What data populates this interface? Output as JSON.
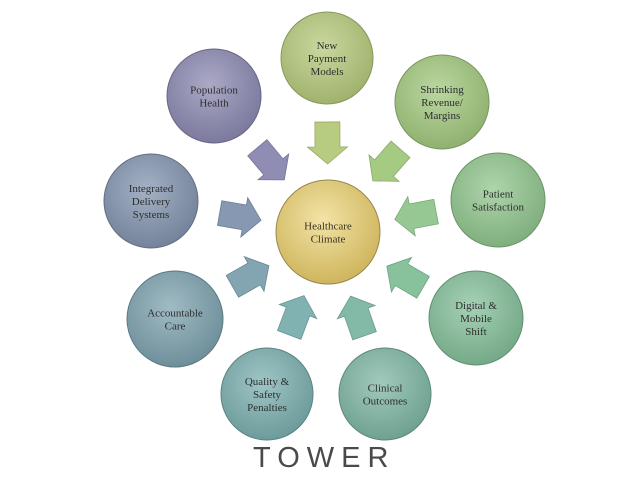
{
  "center": {
    "lines": [
      "Healthcare",
      "Climate"
    ],
    "color": "#d8c270"
  },
  "nodes": [
    {
      "id": "new-payment-models",
      "lines": [
        "New",
        "Payment",
        "Models"
      ],
      "color": "#b4c97a"
    },
    {
      "id": "shrinking-revenue-margins",
      "lines": [
        "Shrinking",
        "Revenue/",
        "Margins"
      ],
      "color": "#a0c87c"
    },
    {
      "id": "patient-satisfaction",
      "lines": [
        "Patient",
        "Satisfaction"
      ],
      "color": "#8fc58c"
    },
    {
      "id": "digital-mobile-shift",
      "lines": [
        "Digital &",
        "Mobile",
        "Shift"
      ],
      "color": "#82bf98"
    },
    {
      "id": "clinical-outcomes",
      "lines": [
        "Clinical",
        "Outcomes"
      ],
      "color": "#7cb5a2"
    },
    {
      "id": "quality-safety-penalties",
      "lines": [
        "Quality &",
        "Safety",
        "Penalties"
      ],
      "color": "#7aaeae"
    },
    {
      "id": "accountable-care",
      "lines": [
        "Accountable",
        "Care"
      ],
      "color": "#7ba0ad"
    },
    {
      "id": "integrated-delivery-systems",
      "lines": [
        "Integrated",
        "Delivery",
        "Systems"
      ],
      "color": "#8193ae"
    },
    {
      "id": "population-health",
      "lines": [
        "Population",
        "Health"
      ],
      "color": "#8a87b0"
    }
  ],
  "brand": {
    "text": "TOWER",
    "color": "#4a4a4a"
  }
}
